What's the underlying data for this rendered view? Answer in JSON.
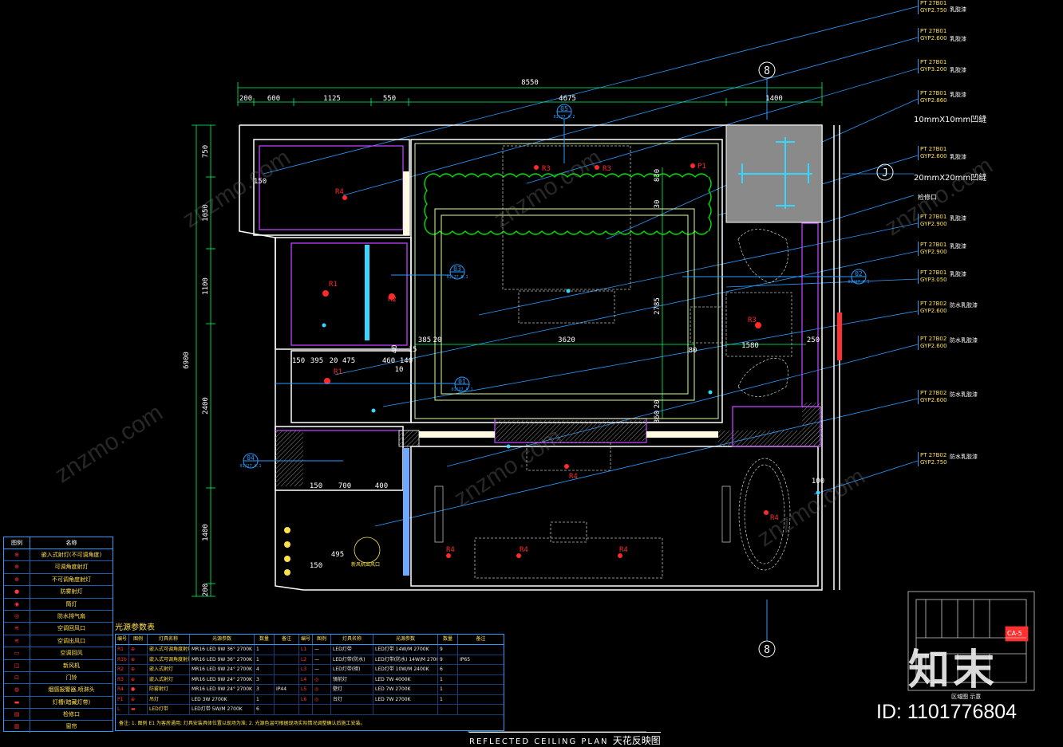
{
  "overall_dims": {
    "total_width": "8550",
    "top_segments": [
      "200",
      "600",
      "1125",
      "550",
      "4675",
      "1400"
    ],
    "total_height": "6900",
    "left_segments": [
      "750",
      "1050",
      "1100",
      "2400",
      "1400",
      "200"
    ]
  },
  "inner_dims": {
    "bed_width": "3620",
    "bed_offset": "385",
    "bed_offset2": "20",
    "bed_height": "2785",
    "gap_360": "360",
    "gap_20": "20",
    "right_1580": "1580",
    "right_250": "250",
    "d30": "30",
    "d80": "80",
    "d830": "830",
    "d15": "15",
    "d40": "40",
    "d395": "395",
    "d20": "20",
    "d475": "475",
    "d460": "460",
    "d140": "140",
    "d10": "10",
    "d150": "150",
    "d700": "700",
    "d400": "400",
    "d100": "100",
    "d495": "495",
    "d150b": "150",
    "d150c": "150"
  },
  "section_marks": [
    {
      "id": "05",
      "ref": "01/27.A.2"
    },
    {
      "id": "03",
      "ref": "01/27.B.1"
    },
    {
      "id": "01",
      "ref": "01/27.A.1"
    },
    {
      "id": "02",
      "ref": "01/27.A.1"
    },
    {
      "id": "04",
      "ref": "01/27.A.1"
    }
  ],
  "grid_marks": {
    "top": "8",
    "bottom": "8",
    "right": "J"
  },
  "room_labels": {
    "r4_top": "R4",
    "r1": "R1",
    "r2": "R2",
    "r1b": "R1",
    "r3": "R3",
    "p3": "R3",
    "p3b": "R3",
    "p1": "P1",
    "r4_mid": "R4",
    "r4_a": "R4",
    "r4_b": "R4",
    "r4_c": "R4",
    "r4_tub": "R4"
  },
  "small_notes": {
    "slot_note": "检修口",
    "vent_note": "新风机出风口",
    "box_note": "100"
  },
  "tags": [
    {
      "code": "PT 27B01",
      "spec": "GYP2.750",
      "mat": "乳胶漆"
    },
    {
      "code": "PT 27B01",
      "spec": "GYP2.600",
      "mat": "乳胶漆"
    },
    {
      "code": "PT 27B01",
      "spec": "GYP3.200",
      "mat": "乳胶漆"
    },
    {
      "code": "PT 27B01",
      "spec": "GYP2.860",
      "mat": "乳胶漆"
    },
    {
      "code": "PT 27B01",
      "spec": "GYP2.600",
      "mat": "乳胶漆"
    },
    {
      "code": "PT 27B01",
      "spec": "GYP2.900",
      "mat": "乳胶漆"
    },
    {
      "code": "PT 27B01",
      "spec": "GYP2.900",
      "mat": "乳胶漆"
    },
    {
      "code": "PT 27B01",
      "spec": "GYP3.050",
      "mat": "乳胶漆"
    },
    {
      "code": "PT 27B02",
      "spec": "GYP2.600",
      "mat": "防水乳胶漆"
    },
    {
      "code": "PT 27B02",
      "spec": "GYP2.600",
      "mat": "防水乳胶漆"
    },
    {
      "code": "PT 27B02",
      "spec": "GYP2.600",
      "mat": "防水乳胶漆"
    },
    {
      "code": "PT 27B02",
      "spec": "GYP2.750",
      "mat": "防水乳胶漆"
    }
  ],
  "free_notes": {
    "gap10": "10mmX10mm凹缝",
    "gap20": "20mmX20mm凹缝",
    "access": "检修口"
  },
  "legend": {
    "head_symbol": "图例",
    "head_name": "名称",
    "rows": [
      {
        "sym": "⊕",
        "name": "嵌入式射灯(不可调角度)"
      },
      {
        "sym": "⊕",
        "name": "可调角度射灯"
      },
      {
        "sym": "⊕",
        "name": "不可调角度射灯"
      },
      {
        "sym": "●",
        "name": "防雾射灯"
      },
      {
        "sym": "◉",
        "name": "筒灯"
      },
      {
        "sym": "◎",
        "name": "防水排气扇"
      },
      {
        "sym": "≋",
        "name": "空调回风口"
      },
      {
        "sym": "≋",
        "name": "空调出风口"
      },
      {
        "sym": "▭",
        "name": "空调回风"
      },
      {
        "sym": "◫",
        "name": "新风机"
      },
      {
        "sym": "⊡",
        "name": "门铃"
      },
      {
        "sym": "◍",
        "name": "烟感报警器,喷淋头"
      },
      {
        "sym": "▬",
        "name": "灯槽(暗藏灯带)"
      },
      {
        "sym": "▤",
        "name": "检修口"
      },
      {
        "sym": "▥",
        "name": "窗帘"
      }
    ]
  },
  "light_table": {
    "title": "光源参数表",
    "headers": [
      "编号",
      "图例",
      "灯具名称",
      "光源参数",
      "数量",
      "备注",
      "编号",
      "图例",
      "灯具名称",
      "光源参数",
      "数量",
      "备注"
    ],
    "rows": [
      [
        "R1",
        "⊕",
        "嵌入式可调角度射灯",
        "MR16 LED 9W 36° 2700K",
        "1",
        "",
        "L1",
        "—",
        "LED灯带",
        "LED灯带 14W/M 2700K",
        "9",
        ""
      ],
      [
        "R1b",
        "⊕",
        "嵌入式可调角度射灯",
        "MR16 LED 9W 36° 2700K",
        "1",
        "",
        "L2",
        "—",
        "LED灯带(防水)",
        "LED灯带(防水) 14W/M 2700K",
        "9",
        "IP65"
      ],
      [
        "R2",
        "⊕",
        "嵌入式射灯",
        "MR16 LED 9W 24° 2700K",
        "4",
        "",
        "L3",
        "—",
        "LED灯带(暗)",
        "LED灯带 10W/M 2400K",
        "6",
        ""
      ],
      [
        "R3",
        "⊕",
        "嵌入式射灯",
        "MR16 LED 9W 24° 2700K",
        "3",
        "",
        "L4",
        "◎",
        "镜前灯",
        "LED 7W 4000K",
        "1",
        ""
      ],
      [
        "R4",
        "●",
        "防雾射灯",
        "MR16 LED 9W 24° 2700K",
        "3",
        "IP44",
        "L5",
        "◎",
        "壁灯",
        "LED 7W 2700K",
        "1",
        ""
      ],
      [
        "P1",
        "⊕",
        "吊灯",
        "LED 3W 2700K",
        "1",
        "",
        "L6",
        "◎",
        "台灯",
        "LED 7W 2700K",
        "1",
        ""
      ],
      [
        "L",
        "▬",
        "LED灯带",
        "LED灯带 5W/M 2700K",
        "6",
        "",
        "",
        "",
        "",
        "",
        "",
        ""
      ]
    ],
    "note": "备注: 1. 图例 E1 为客房通用; 灯具安装具体位置以现场为准; 2. 光源色温可根据现场实际情况调整确认后施工安装。"
  },
  "footer": {
    "title_en": "REFLECTED  CEILING  PLAN",
    "title_cn": "天花反映图"
  },
  "keyplan": {
    "label": "区域图 示意",
    "highlight": "CA-5"
  },
  "id_text": "ID: 1101776804",
  "logo_text": "知末",
  "watermark": "znzmo.com",
  "colors": {
    "background": "#000000",
    "wall_outline": "#ffffff",
    "dim_line": "#00ff66",
    "cove_light": "#00e000",
    "section_mark": "#2a9cff",
    "callout_text": "#ffe14d",
    "fixture": "#ff2a2a",
    "magenta_wall": "#c040ff",
    "hatched": "#9a9a9a"
  }
}
